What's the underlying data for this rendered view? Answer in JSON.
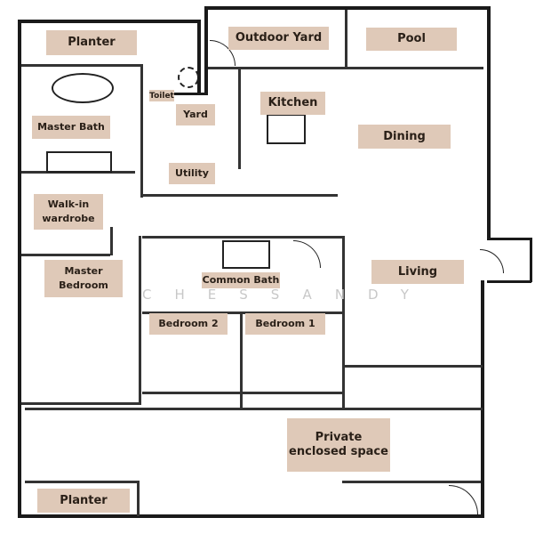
{
  "rooms": {
    "planter_top": "Planter",
    "outdoor_yard": "Outdoor Yard",
    "pool": "Pool",
    "toilet": "Toilet",
    "yard": "Yard",
    "kitchen": "Kitchen",
    "master_bath": "Master Bath",
    "dining": "Dining",
    "utility": "Utility",
    "walkin_wardrobe": "Walk-in wardrobe",
    "master_bedroom": "Master Bedroom",
    "common_bath": "Common Bath",
    "living": "Living",
    "bedroom2": "Bedroom 2",
    "bedroom1": "Bedroom 1",
    "private_space": "Private enclosed space",
    "planter_bottom": "Planter"
  },
  "watermark": "CHESSANDY"
}
